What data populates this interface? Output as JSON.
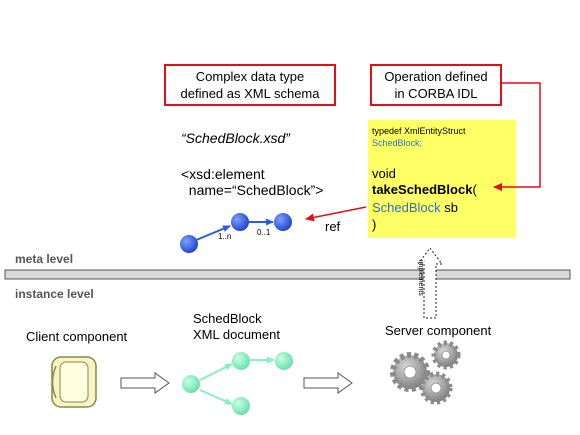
{
  "top_boxes": {
    "left": {
      "line1": "Complex data type",
      "line2": "defined as XML schema"
    },
    "right": {
      "line1": "Operation defined",
      "line2": "in CORBA IDL"
    }
  },
  "schema": {
    "filename": "“SchedBlock.xsd”",
    "element_line1": "<xsd:element",
    "element_line2": "  name=“SchedBlock”>",
    "mult_left": "1..n",
    "mult_right": "0..1",
    "ref_label": "ref"
  },
  "idl": {
    "typedef_line1": "typedef XmlEntityStruct",
    "typedef_line2": "SchedBlock;",
    "void": "void",
    "method": "takeSchedBlock",
    "paren_open": "(",
    "param_type": "SchedBlock",
    "param_name": " sb",
    "paren_close": ")",
    "bg_color": "#ffff66"
  },
  "levels": {
    "meta": "meta level",
    "instance": "instance level",
    "implements": "implements"
  },
  "instance": {
    "client": "Client component",
    "doc_line1": "SchedBlock",
    "doc_line2": "XML document",
    "server": "Server component"
  },
  "colors": {
    "accent_red": "#e0101a",
    "node_blue": "#2b5ce0",
    "node_green": "#88f0c0"
  }
}
